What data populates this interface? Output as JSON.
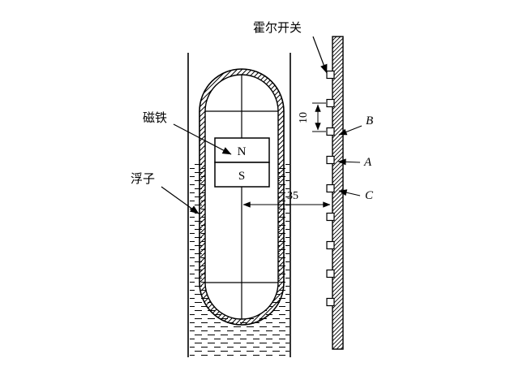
{
  "figure": {
    "callouts": {
      "hall_switch": "霍尔开关",
      "magnet": "磁铁",
      "float": "浮子"
    },
    "magnet": {
      "north": "N",
      "south": "S"
    },
    "switches": {
      "b": "B",
      "a": "A",
      "c": "C"
    },
    "dimensions": {
      "spacing": "10",
      "distance": "35"
    },
    "colors": {
      "line": "#000000",
      "background": "#ffffff"
    }
  }
}
